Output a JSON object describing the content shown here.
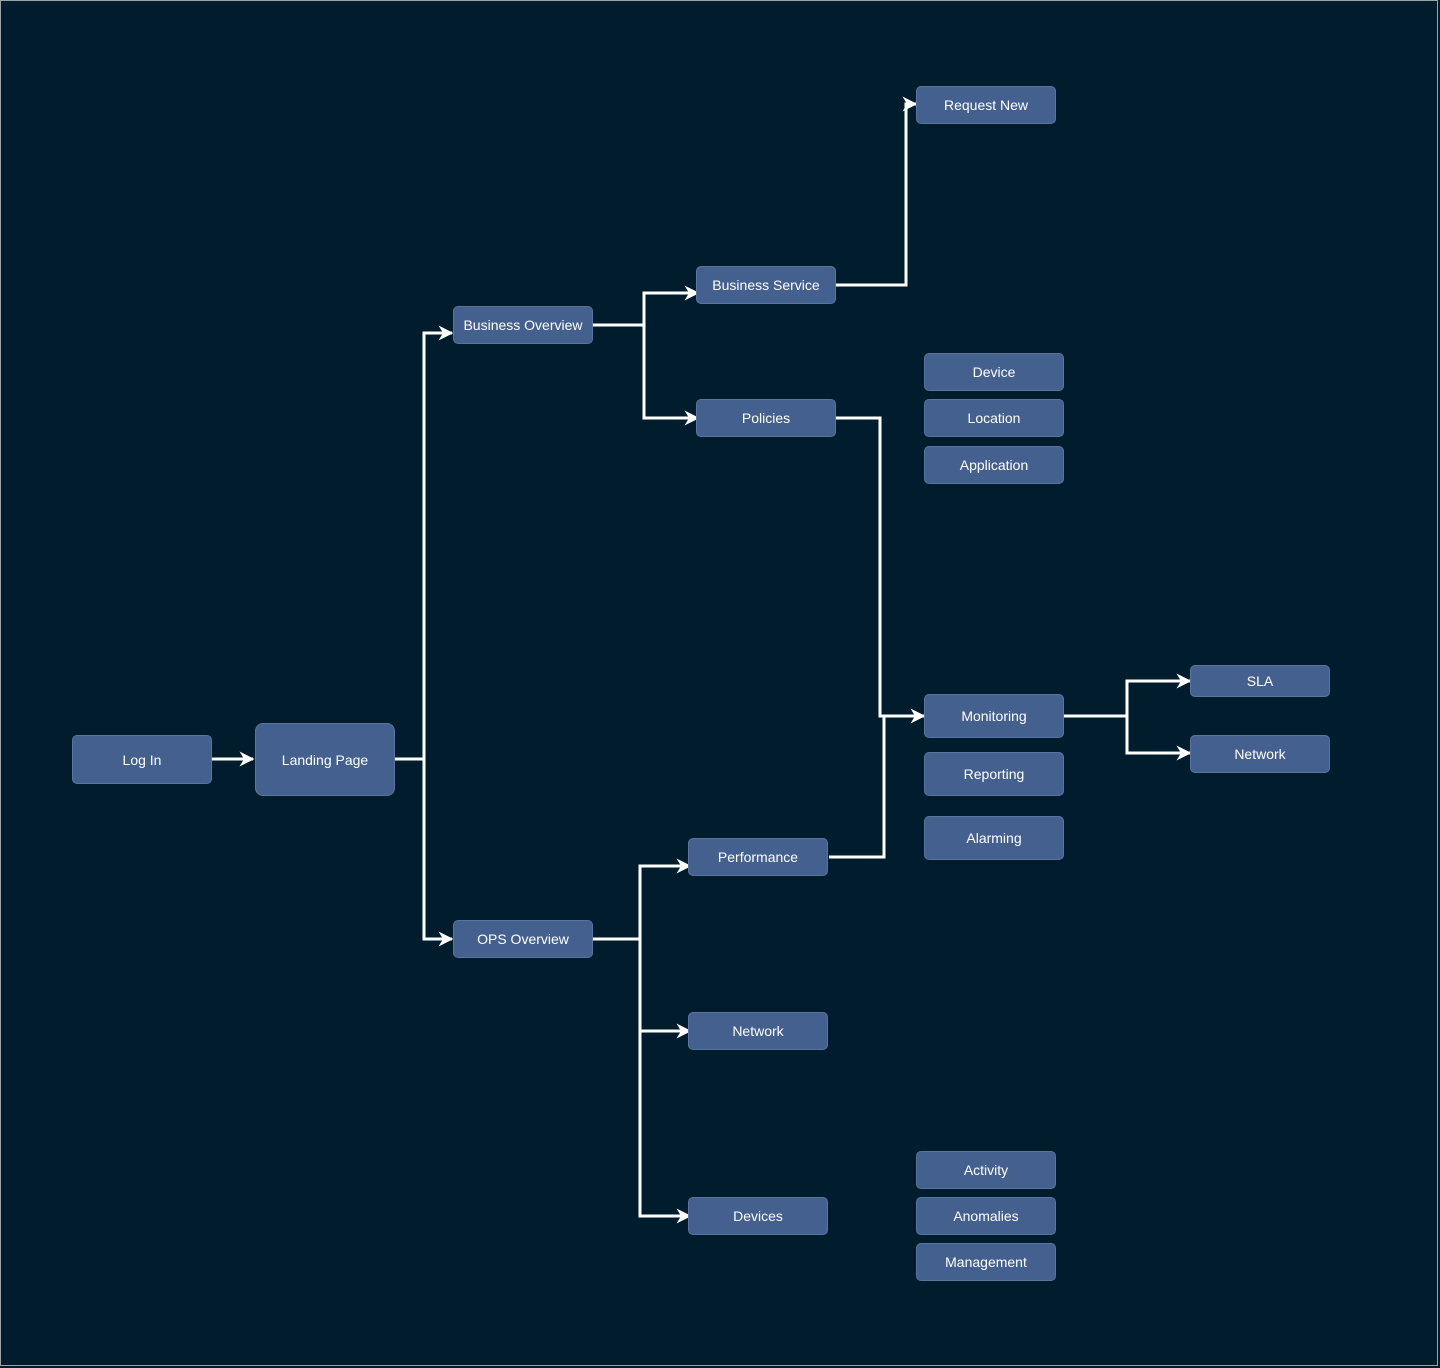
{
  "colors": {
    "background": "#011c2d",
    "node_fill": "#44608f",
    "connector": "#ffffff",
    "text": "#ffffff"
  },
  "nodes": {
    "log_in": "Log In",
    "landing_page": "Landing Page",
    "business_overview": "Business Overview",
    "ops_overview": "OPS Overview",
    "business_service": "Business Service",
    "policies": "Policies",
    "request_new": "Request New",
    "device": "Device",
    "location": "Location",
    "application": "Application",
    "monitoring": "Monitoring",
    "reporting": "Reporting",
    "alarming": "Alarming",
    "sla": "SLA",
    "network_monitoring": "Network",
    "performance": "Performance",
    "network_ops": "Network",
    "devices": "Devices",
    "activity": "Activity",
    "anomalies": "Anomalies",
    "management": "Management"
  }
}
